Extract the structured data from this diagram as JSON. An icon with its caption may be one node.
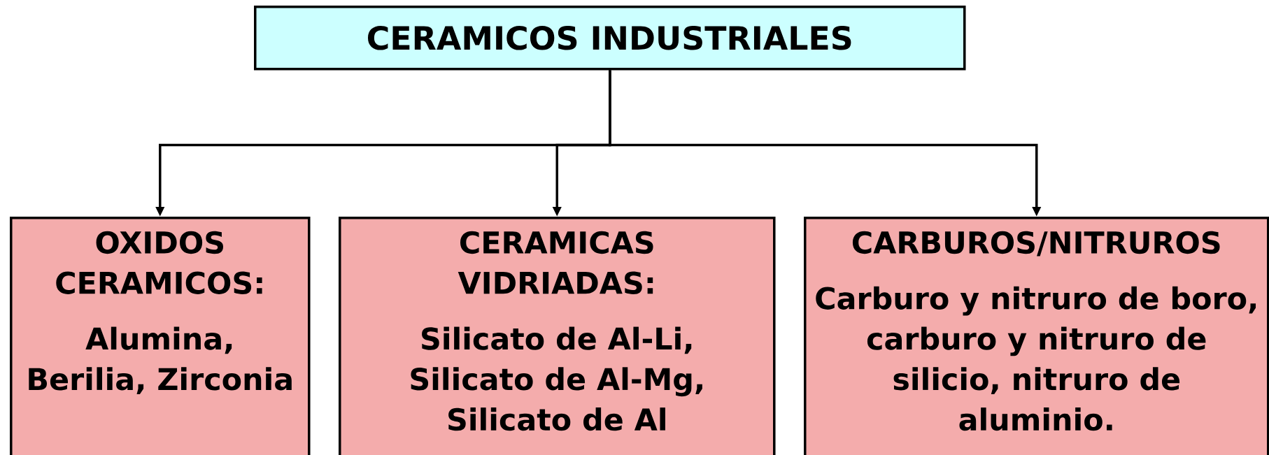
{
  "diagram": {
    "nodes": [
      {
        "text": [
          "CERAMICOS INDUSTRIALES"
        ]
      },
      {
        "text": [
          "OXIDOS CERAMICOS:",
          "Alumina, Berilia, Zirconia"
        ]
      },
      {
        "text": [
          "CERAMICAS VIDRIADAS:",
          "Silicato de Al-Li, Silicato de Al-Mg, Silicato de Al"
        ]
      },
      {
        "text": [
          "CARBUROS/NITRUROS",
          "Carburo y nitruro de boro, carburo y nitruro de silicio, nitruro de aluminio."
        ]
      }
    ],
    "edges": [
      {
        "from": 0,
        "to": 1,
        "arrow": "to"
      },
      {
        "from": 0,
        "to": 2,
        "arrow": "to"
      },
      {
        "from": 0,
        "to": 3,
        "arrow": "to"
      }
    ]
  }
}
